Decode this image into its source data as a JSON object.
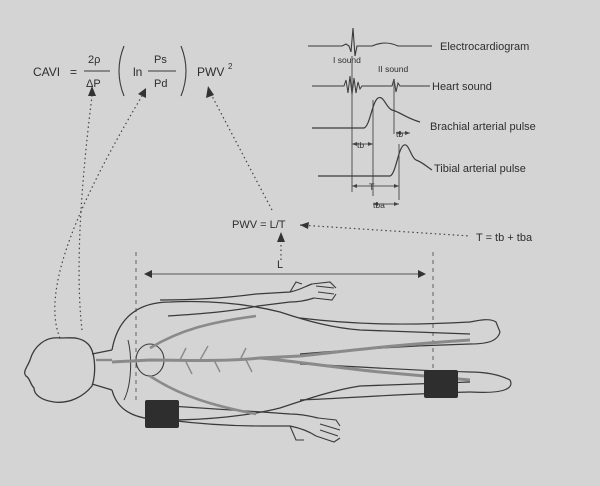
{
  "formula": {
    "cavi": "CAVI",
    "eq": "=",
    "num": "2ρ",
    "den": "ΔP",
    "ln": "ln",
    "ps": "Ps",
    "pd": "Pd",
    "pwv": "PWV",
    "sq": "2"
  },
  "waves": {
    "ecg": "Electrocardiogram",
    "heart": "Heart sound",
    "s1": "I sound",
    "s2": "II sound",
    "brachial": "Brachial arterial pulse",
    "tibial": "Tibial arterial pulse",
    "tb": "tb",
    "tb2": "tb",
    "t": "T",
    "tba": "tba"
  },
  "eqs": {
    "pwv": "PWV = L/T",
    "t": "T = tb + tba",
    "l": "L"
  }
}
